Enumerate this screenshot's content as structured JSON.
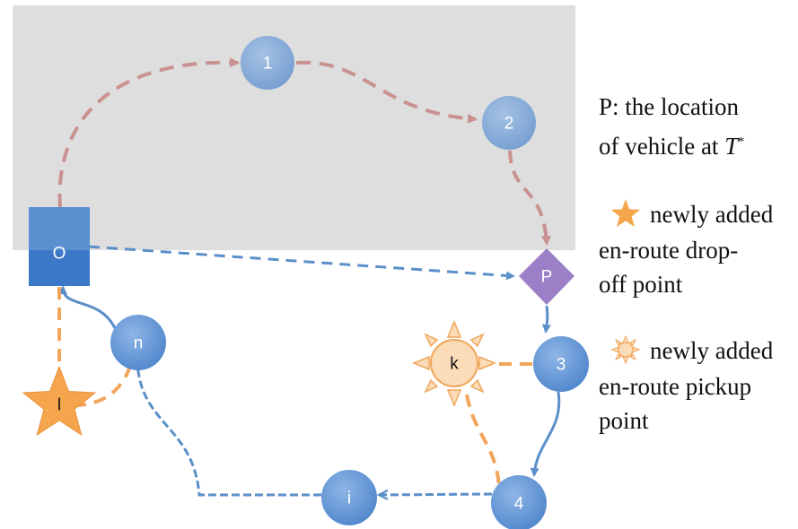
{
  "nodes": {
    "origin": "O",
    "n1": "1",
    "n2": "2",
    "p": "P",
    "n3": "3",
    "k": "k",
    "n4": "4",
    "i": "i",
    "n": "n",
    "l": "l"
  },
  "legend": {
    "p_line1": "P: the location",
    "p_line2_prefix": "of vehicle at ",
    "p_line2_math": "T",
    "p_line2_sup": "*",
    "drop_line1": "newly added",
    "drop_line2": "en-route drop-",
    "drop_line3": "off point",
    "pick_line1": "newly added",
    "pick_line2": "en-route pickup",
    "pick_line3": "point"
  },
  "colors": {
    "region": "#dedede",
    "node_blue": "#6f9fd6",
    "origin_blue": "#3b78c8",
    "route_blue": "#5b8fc9",
    "route_brown": "#c9918f",
    "orange": "#f0a55a",
    "star_orange": "#f5a54c",
    "sun_fill": "#fbdcb8",
    "diamond_purple": "#9b7fc7"
  }
}
